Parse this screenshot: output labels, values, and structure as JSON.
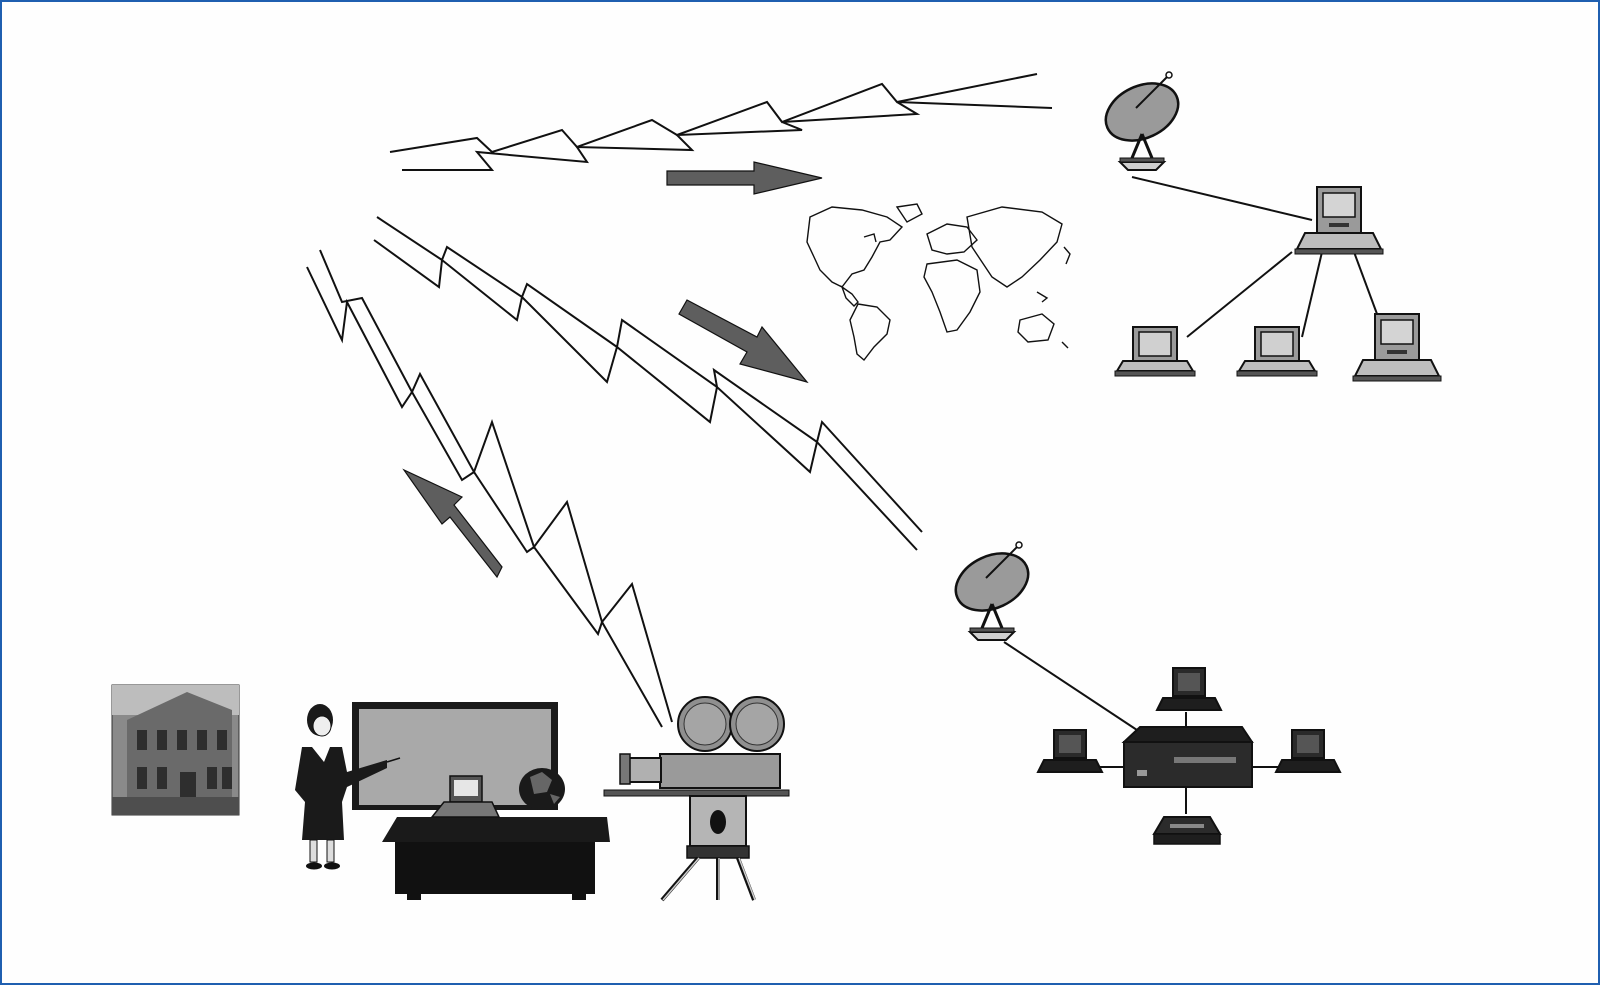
{
  "colors": {
    "border": "#1f5fb0",
    "ink": "#111111",
    "arrow_gray": "#5e5e5e",
    "panel_gray": "#8a8a8a",
    "screen_gray": "#a9a9a9"
  },
  "icons": [
    "building-photo",
    "presenter-figure",
    "presentation-screen",
    "desk",
    "laptop-icon",
    "globe-icon",
    "film-camera-icon",
    "satellite-dish-icon",
    "computer-terminal-icon",
    "server-icon",
    "printer-icon",
    "world-map",
    "signal-lightning",
    "direction-arrow"
  ]
}
